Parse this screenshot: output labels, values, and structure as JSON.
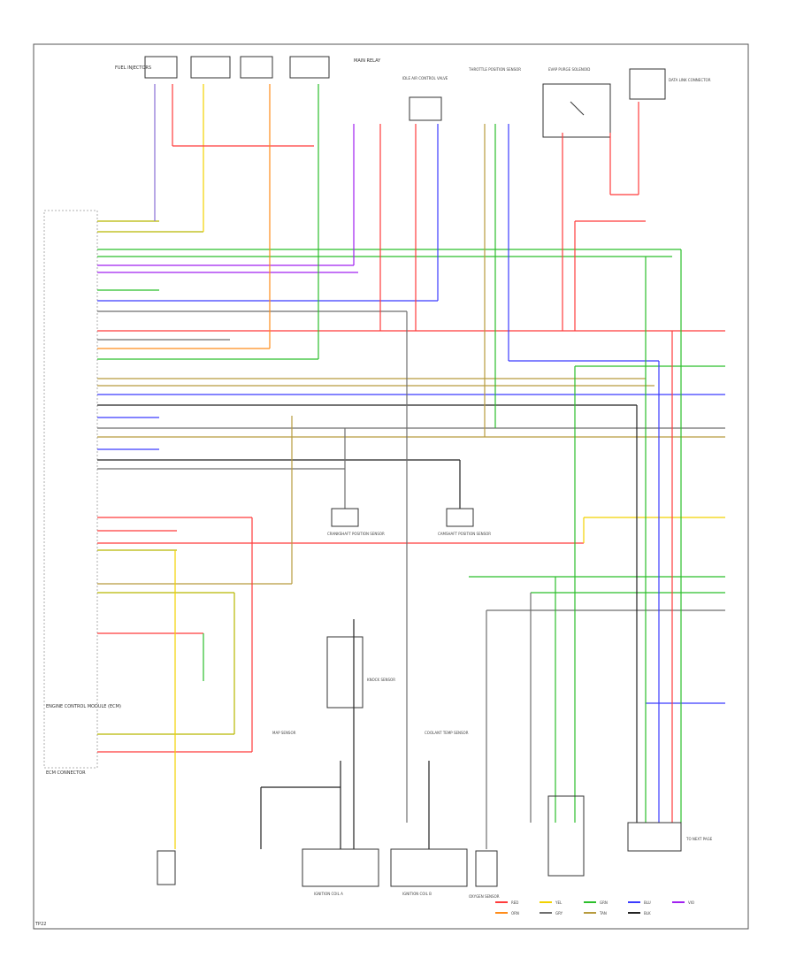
{
  "header": {
    "title": "WIRING DIAGRAM",
    "footer_code": "TP22"
  },
  "components": {
    "ecu": "ENGINE CONTROL MODULE (ECM)",
    "ecu_connector": "ECM CONNECTOR",
    "fuel_injectors": "FUEL INJECTORS",
    "main_relay": "MAIN RELAY",
    "iac_valve": "IDLE AIR CONTROL VALVE",
    "throttle_sensor": "THROTTLE POSITION SENSOR",
    "crank_sensor": "CRANKSHAFT POSITION SENSOR",
    "cam_sensor": "CAMSHAFT POSITION SENSOR",
    "knock_sensor": "KNOCK SENSOR",
    "evap_valve": "EVAP PURGE SOLENOID",
    "ignition_coil_a": "IGNITION COIL A",
    "ignition_coil_b": "IGNITION COIL B",
    "o2_sensor": "OXYGEN SENSOR",
    "map_sensor": "MAP SENSOR",
    "coolant_sensor": "COOLANT TEMP SENSOR",
    "data_link": "DATA LINK CONNECTOR",
    "to_right_page": "TO NEXT PAGE"
  },
  "wires": [
    {
      "color": "#ff3b3b",
      "label": "RED"
    },
    {
      "color": "#f2d200",
      "label": "YEL"
    },
    {
      "color": "#2bbf2b",
      "label": "GRN"
    },
    {
      "color": "#3b3bff",
      "label": "BLU"
    },
    {
      "color": "#a020f0",
      "label": "VIO"
    },
    {
      "color": "#ff8c1a",
      "label": "ORN"
    },
    {
      "color": "#6e6e6e",
      "label": "GRY"
    },
    {
      "color": "#b79b3e",
      "label": "TAN"
    },
    {
      "color": "#222222",
      "label": "BLK"
    }
  ]
}
